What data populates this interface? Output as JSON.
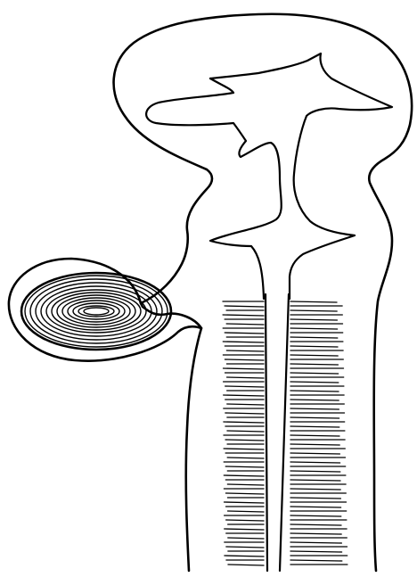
{
  "figure": {
    "ink_color": "#000000",
    "paper_color": "#ffffff",
    "parts": [
      "outer-outline",
      "ventricle-cavity",
      "coiled-vesicle",
      "hatched-stalk",
      "central-canal"
    ]
  }
}
